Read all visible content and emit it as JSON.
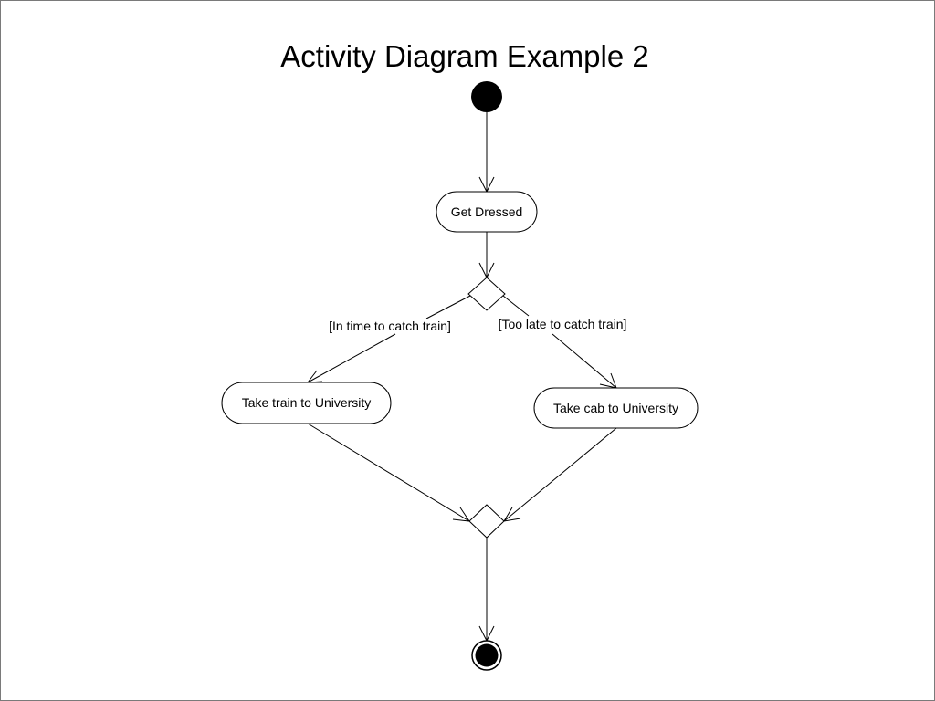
{
  "slide": {
    "title": "Activity Diagram Example 2"
  },
  "diagram": {
    "nodes": {
      "get_dressed": "Get Dressed",
      "take_train": "Take train to University",
      "take_cab": "Take cab to University"
    },
    "guards": {
      "in_time": "[In time to catch train]",
      "too_late": "[Too late to catch train]"
    }
  }
}
